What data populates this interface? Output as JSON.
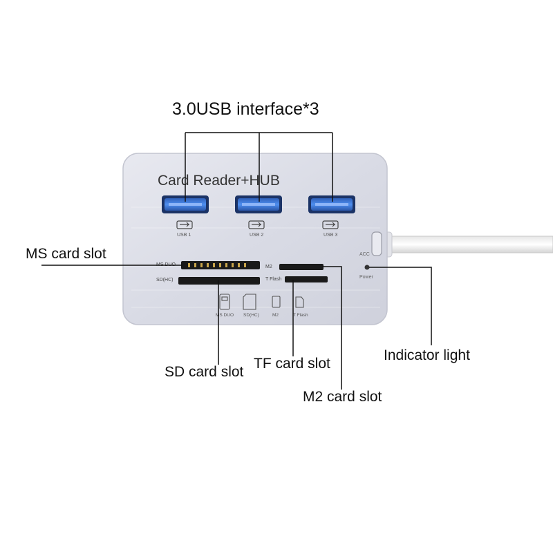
{
  "callouts": {
    "usb_interface": "3.0USB interface*3",
    "ms_card_slot": "MS card slot",
    "sd_card_slot": "SD card slot",
    "tf_card_slot": "TF card slot",
    "m2_card_slot": "M2 card slot",
    "indicator_light": "Indicator light"
  },
  "device": {
    "title": "Card Reader+HUB",
    "usb_ports": [
      {
        "label": "USB 1"
      },
      {
        "label": "USB 2"
      },
      {
        "label": "USB 3"
      }
    ],
    "slot_labels": {
      "ms_duo": "MS DUO",
      "sd_hc": "SD(HC)",
      "m2": "M2",
      "t_flash": "T Flash"
    },
    "bottom_icon_labels": [
      "MS DUO",
      "SD(HC)",
      "M2",
      "T Flash"
    ],
    "acc_label": "ACC",
    "power_label": "Power",
    "colors": {
      "body": "#dfe1ea",
      "usb_blue": "#3f7fe0",
      "slot_dark": "#1a1a1a"
    }
  }
}
